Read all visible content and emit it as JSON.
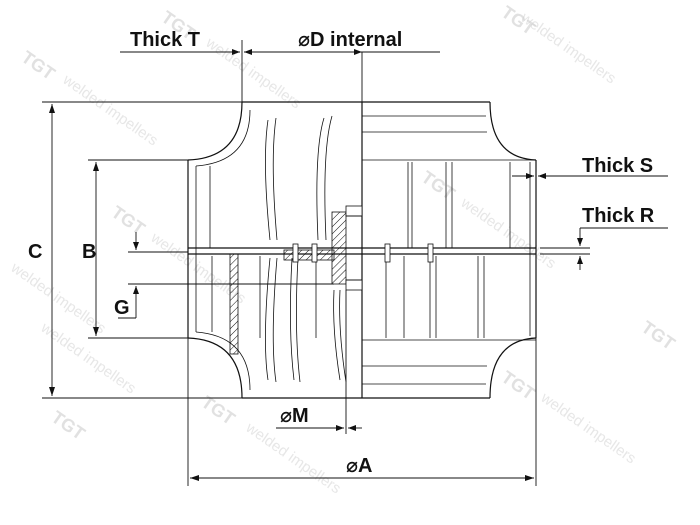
{
  "labels": {
    "thick_t": "Thick T",
    "d_internal": "⌀D internal",
    "thick_s": "Thick S",
    "thick_r": "Thick R",
    "c": "C",
    "b": "B",
    "g": "G",
    "m": "⌀M",
    "a": "⌀A"
  },
  "watermark": {
    "brand": "TGT",
    "tagline": "welded impellers"
  },
  "colors": {
    "line": "#111111",
    "watermark": "#c9c9c9",
    "hatch": "#111111"
  }
}
